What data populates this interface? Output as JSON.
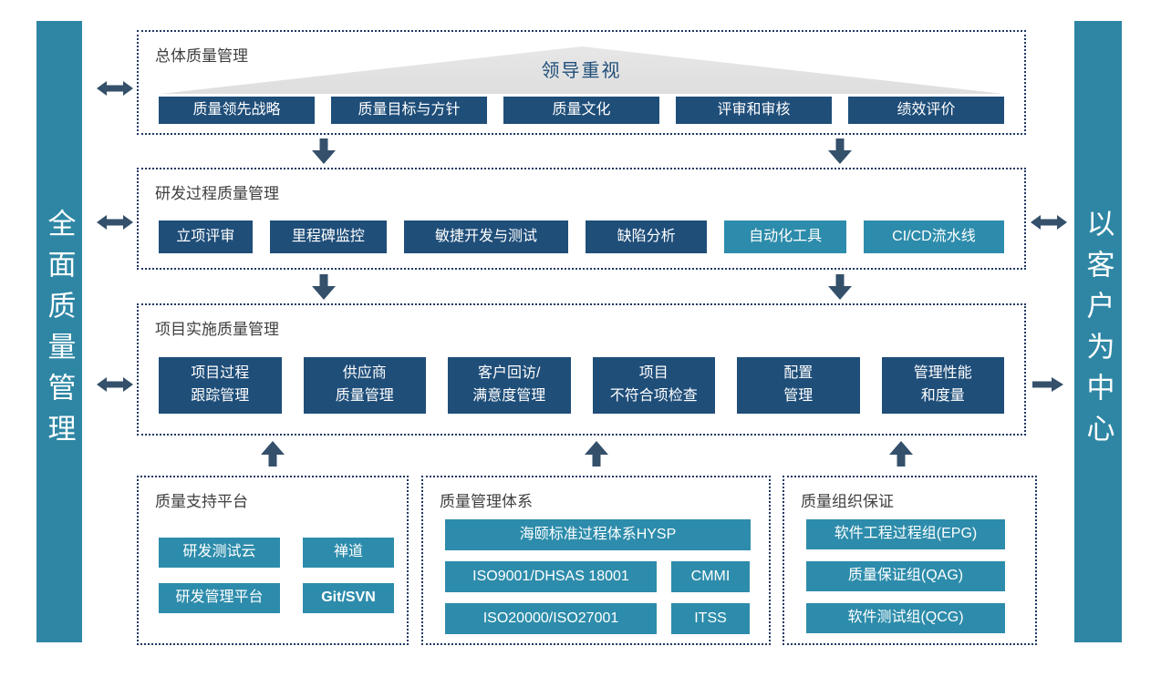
{
  "diagram": {
    "left_bar": "全面质量管理",
    "right_bar": "以客户为中心",
    "overall": {
      "title": "总体质量管理",
      "banner": "领导重视",
      "buttons": [
        "质量领先战略",
        "质量目标与方针",
        "质量文化",
        "评审和审核",
        "绩效评价"
      ]
    },
    "rd": {
      "title": "研发过程质量管理",
      "buttons": [
        "立项评审",
        "里程碑监控",
        "敏捷开发与测试",
        "缺陷分析",
        "自动化工具",
        "CI/CD流水线"
      ]
    },
    "impl": {
      "title": "项目实施质量管理",
      "buttons": [
        "项目过程\n跟踪管理",
        "供应商\n质量管理",
        "客户回访/\n满意度管理",
        "项目\n不符合项检查",
        "配置\n管理",
        "管理性能\n和度量"
      ]
    },
    "support": {
      "title": "质量支持平台",
      "buttons": [
        "研发测试云",
        "禅道",
        "研发管理平台",
        "Git/SVN"
      ]
    },
    "system": {
      "title": "质量管理体系",
      "buttons": [
        "海颐标准过程体系HYSP",
        "ISO9001/DHSAS 18001",
        "CMMI",
        "ISO20000/ISO27001",
        "ITSS"
      ]
    },
    "org": {
      "title": "质量组织保证",
      "buttons": [
        "软件工程过程组(EPG)",
        "质量保证组(QAG)",
        "软件测试组(QCG)"
      ]
    }
  },
  "colors": {
    "dark_blue": "#1F4E79",
    "teal": "#2D8CAB",
    "bar_teal": "#2E86A4",
    "border_navy": "#1F3864",
    "arrow": "#34506B",
    "triangle_gray": "#E2E2E2",
    "label_gray": "#404040"
  }
}
